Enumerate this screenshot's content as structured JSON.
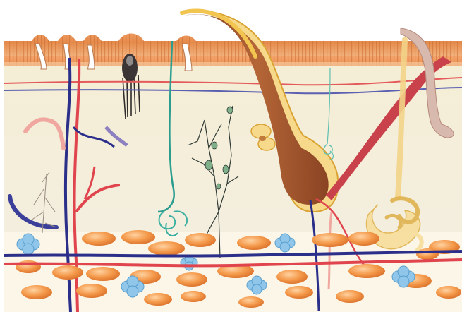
{
  "illustration": {
    "subject": "skin-cross-section",
    "layers": [
      "epidermis",
      "dermis",
      "hypodermis"
    ],
    "structures": [
      "hair-follicle",
      "hair-shaft",
      "sweat-gland",
      "sebaceous-gland",
      "arteries",
      "veins",
      "nerve-fibers",
      "fat-cells",
      "lymph-cells"
    ],
    "colors": {
      "epidermis": "#e79a5e",
      "dermis": "#f7f1dd",
      "hypodermis": "#fbf6e8",
      "artery": "#e2474d",
      "vein": "#27308a",
      "fat_cell": "#f08a3a",
      "lymph_cell": "#8fc6ea",
      "follicle": "#a9552f",
      "hair_sheath": "#f3c45b",
      "sweat_gland": "#f3d488",
      "nerve": "#2a9d8f"
    }
  }
}
